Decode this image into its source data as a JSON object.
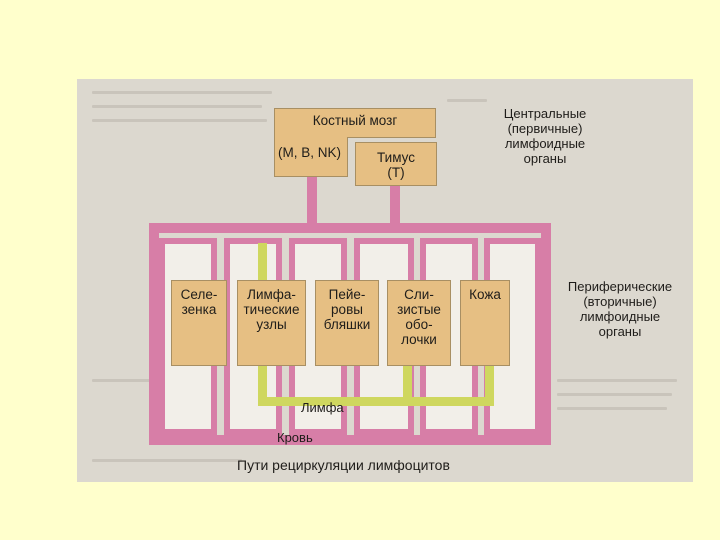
{
  "diagram": {
    "bone_marrow": {
      "title": "Костный мозг",
      "cells": "(M, B, NK)"
    },
    "thymus": {
      "line1": "Тимус",
      "line2": "(T)"
    },
    "central_label": [
      "Центральные",
      "(первичные)",
      "лимфоидные",
      "органы"
    ],
    "peripheral_label": [
      "Периферические",
      "(вторичные)",
      "лимфоидные",
      "органы"
    ],
    "organs": [
      {
        "lines": [
          "Селе-",
          "зенка"
        ]
      },
      {
        "lines": [
          "Лимфа-",
          "тические",
          "узлы"
        ]
      },
      {
        "lines": [
          "Пейе-",
          "ровы",
          "бляшки"
        ]
      },
      {
        "lines": [
          "Сли-",
          "зистые",
          "обо-",
          "лочки"
        ]
      },
      {
        "lines": [
          "Кожа"
        ]
      }
    ],
    "lymph_label": "Лимфа",
    "blood_label": "Кровь",
    "caption": "Пути рециркуляции лимфоцитов"
  },
  "colors": {
    "page_background": "#ffffcc",
    "blood_path": "#d77ea7",
    "lymph_path": "#cfd75f",
    "organ_fill": "#e6bf83",
    "paper": "#dcd8cf"
  }
}
